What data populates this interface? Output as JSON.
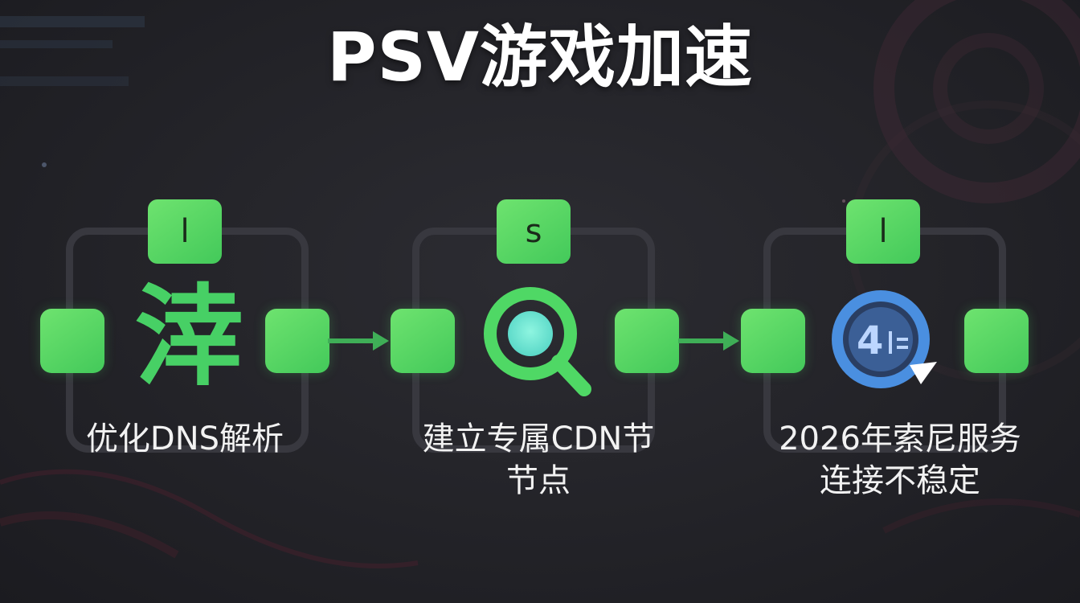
{
  "title": "PSV游戏加速",
  "steps": [
    {
      "badge": "l",
      "label_lines": [
        "优化DNS解析"
      ],
      "icon": "kanji-icon",
      "icon_text": "涬"
    },
    {
      "badge": "s",
      "label_lines": [
        "建立专属CDN节",
        "节点"
      ],
      "icon": "magnifier-icon"
    },
    {
      "badge": "l",
      "label_lines": [
        "2026年索尼服务",
        "连接不稳定"
      ],
      "icon": "refresh-badge-icon",
      "icon_text": "4"
    }
  ],
  "colors": {
    "accent_green": "#4fd865",
    "icon_blue": "#4a8fe0",
    "frame_gray": "#38383f"
  }
}
